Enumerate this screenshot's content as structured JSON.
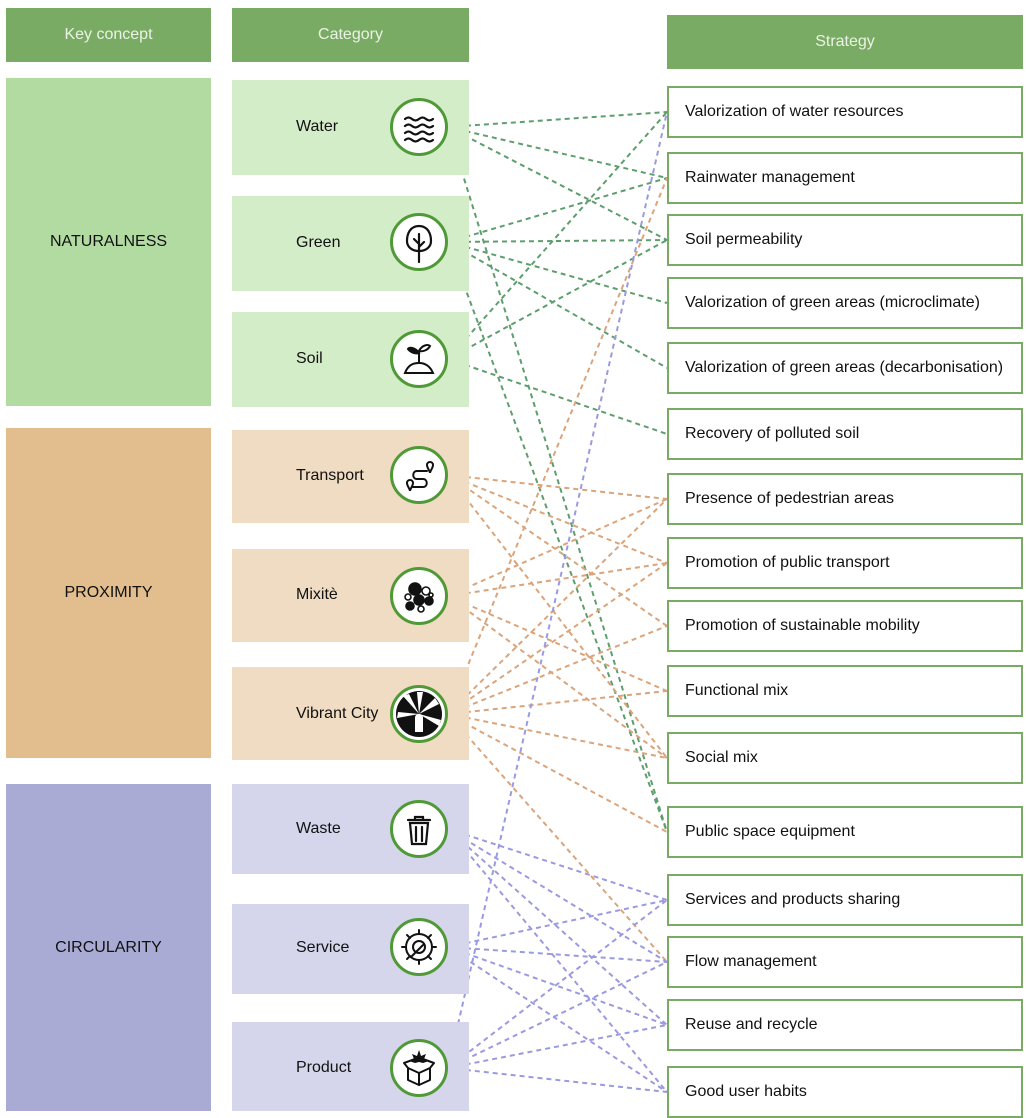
{
  "headers": {
    "key_concept": "Key concept",
    "category": "Category",
    "strategy": "Strategy"
  },
  "key_concepts": [
    {
      "label": "NATURALNESS",
      "color": "#b2dba2"
    },
    {
      "label": "PROXIMITY",
      "color": "#e2bd8d"
    },
    {
      "label": "CIRCULARITY",
      "color": "#a9abd5"
    }
  ],
  "categories": [
    {
      "label": "Water",
      "icon": "water-waves-icon",
      "color": "#d4edc9"
    },
    {
      "label": "Green",
      "icon": "tree-icon",
      "color": "#d4edc9"
    },
    {
      "label": "Soil",
      "icon": "sprout-soil-icon",
      "color": "#d4edc9"
    },
    {
      "label": "Transport",
      "icon": "route-pin-icon",
      "color": "#f0dcc3"
    },
    {
      "label": "Mixitè",
      "icon": "mixed-circles-icon",
      "color": "#f0dcc3"
    },
    {
      "label": "Vibrant City",
      "icon": "vibrant-city-icon",
      "color": "#f0dcc3"
    },
    {
      "label": "Waste",
      "icon": "trash-bin-icon",
      "color": "#d5d6ec"
    },
    {
      "label": "Service",
      "icon": "gear-wrench-icon",
      "color": "#d5d6ec"
    },
    {
      "label": "Product",
      "icon": "open-box-icon",
      "color": "#d5d6ec"
    }
  ],
  "strategies": [
    "Valorization of water resources",
    "Rainwater management",
    "Soil permeability",
    "Valorization of green areas (microclimate)",
    "Valorization of green areas (decarbonisation)",
    "Recovery of polluted soil",
    "Presence of pedestrian areas",
    "Promotion of public transport",
    "Promotion of sustainable mobility",
    "Functional mix",
    "Social mix",
    "Public space equipment",
    "Services and products sharing",
    "Flow management",
    "Reuse and recycle",
    "Good user habits"
  ],
  "link_colors": {
    "naturalness": "#5e9e6e",
    "proximity": "#dba47a",
    "circularity": "#9a9ae0"
  },
  "links": [
    {
      "from": 0,
      "to": [
        0,
        1,
        2,
        11
      ]
    },
    {
      "from": 1,
      "to": [
        1,
        2,
        3,
        4,
        11
      ]
    },
    {
      "from": 2,
      "to": [
        0,
        2,
        5
      ]
    },
    {
      "from": 3,
      "to": [
        6,
        7,
        8,
        10
      ]
    },
    {
      "from": 4,
      "to": [
        6,
        7,
        9,
        10
      ]
    },
    {
      "from": 5,
      "to": [
        1,
        6,
        7,
        8,
        9,
        10,
        11,
        13
      ]
    },
    {
      "from": 6,
      "to": [
        12,
        13,
        14,
        15
      ]
    },
    {
      "from": 7,
      "to": [
        12,
        13,
        14,
        15
      ]
    },
    {
      "from": 8,
      "to": [
        0,
        12,
        13,
        14,
        15
      ]
    }
  ]
}
